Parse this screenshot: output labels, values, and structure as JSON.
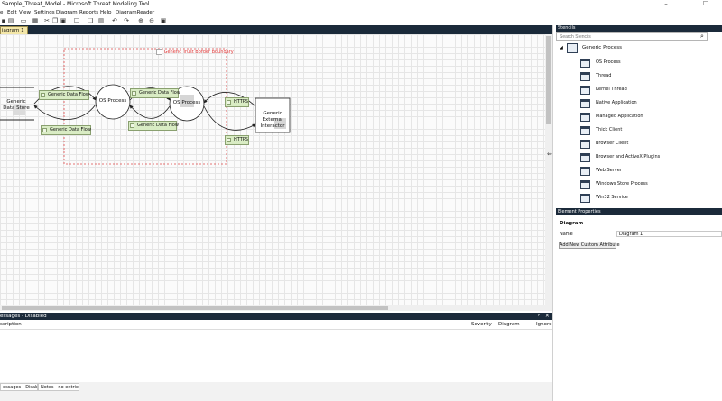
{
  "window": {
    "title": "Sample_Threat_Model - Microsoft Threat Modeling Tool",
    "min": "–",
    "max": "☐"
  },
  "menu": [
    "e",
    "Edit",
    "View",
    "Settings",
    "Diagram",
    "Reports",
    "Help",
    "DiagramReader"
  ],
  "tab": {
    "label": "iagram 1",
    "close": "✕"
  },
  "canvas": {
    "trust_boundary": "Generic Trust Border Boundary",
    "data_store": "Generic Data Store",
    "process_1": "OS Process",
    "process_2": "OS Process",
    "external": "Generic External Interactor",
    "flows": {
      "f1": "Generic Data Flow",
      "f2": "Generic Data Flow",
      "f3": "Generic Data Flow",
      "f4": "Generic Data Flow",
      "h1": "HTTPS",
      "h2": "HTTPS"
    }
  },
  "messages": {
    "header": "essages - Disabled",
    "pin": "ᵖ",
    "close": "✕",
    "columns": {
      "description": "scription",
      "severity": "Severity",
      "diagram": "Diagram",
      "ignore": "Ignore"
    },
    "tabs": [
      "essages - Disabled",
      "Notes - no entries"
    ]
  },
  "stencils": {
    "header": "Stencils",
    "search_placeholder": "Search Stencils",
    "group": "Generic Process",
    "group_arrow": "◢",
    "items": [
      "OS Process",
      "Thread",
      "Kernel Thread",
      "Native Application",
      "Managed Application",
      "Thick Client",
      "Browser Client",
      "Browser and ActiveX Plugins",
      "Web Server",
      "Windows Store Process",
      "Win32 Service"
    ]
  },
  "splitter": "⇔",
  "properties": {
    "header": "Element Properties",
    "section": "Diagram",
    "name_label": "Name",
    "name_value": "Diagram 1",
    "add_button": "Add New Custom Attribute"
  }
}
